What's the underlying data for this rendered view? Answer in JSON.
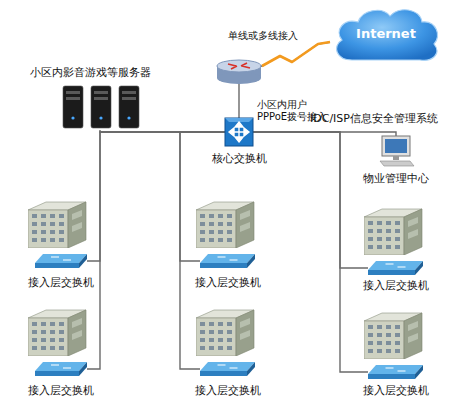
{
  "diagram": {
    "nodes": [
      {
        "text": [
          "Internet"
        ]
      },
      {
        "text": [
          "小区内影音游戏等服务器"
        ]
      },
      {
        "text": [
          "核心交换机"
        ]
      },
      {
        "text": [
          "物业管理中心"
        ]
      },
      {
        "text": [
          "接入层交换机"
        ]
      },
      {
        "text": [
          "接入层交换机"
        ]
      },
      {
        "text": [
          "接入层交换机"
        ]
      },
      {
        "text": [
          "接入层交换机"
        ]
      },
      {
        "text": [
          "接入层交换机"
        ]
      },
      {
        "text": [
          "接入层交换机"
        ]
      }
    ],
    "edges": [
      {
        "from": 2,
        "to": 0,
        "arrow": "none",
        "label": "单线或多线接入"
      },
      {
        "from": 2,
        "to": 1,
        "arrow": "none"
      },
      {
        "from": 2,
        "to": 3,
        "arrow": "none"
      },
      {
        "from": 2,
        "to": 4,
        "arrow": "none"
      },
      {
        "from": 2,
        "to": 5,
        "arrow": "none"
      },
      {
        "from": 2,
        "to": 6,
        "arrow": "none"
      },
      {
        "from": 2,
        "to": 7,
        "arrow": "none"
      },
      {
        "from": 2,
        "to": 8,
        "arrow": "none"
      },
      {
        "from": 2,
        "to": 9,
        "arrow": "none"
      }
    ],
    "labels": [
      "小区内用户 PPPoE拨号接入",
      "IDC/ISP信息安全管理系统"
    ]
  }
}
